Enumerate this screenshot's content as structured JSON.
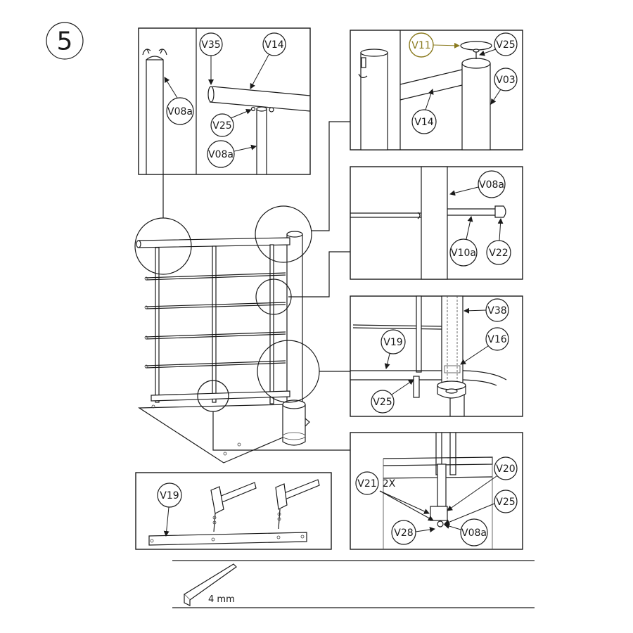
{
  "step": "5",
  "labels": {
    "v35": "V35",
    "v14_a": "V14",
    "v08a_a": "V08a",
    "v25_a": "V25",
    "v08a_b": "V08a",
    "v11": "V11",
    "v25_b": "V25",
    "v03": "V03",
    "v14_b": "V14",
    "v08a_c": "V08a",
    "v10a": "V10a",
    "v22": "V22",
    "v38": "V38",
    "v19_a": "V19",
    "v16": "V16",
    "v25_c": "V25",
    "v21": "V21",
    "qty_2x": "2X",
    "v20": "V20",
    "v25_d": "V25",
    "v28": "V28",
    "v08a_d": "V08a",
    "v19_b": "V19"
  },
  "tool": {
    "size": "4 mm",
    "icon": "hex-key-icon"
  },
  "colors": {
    "line": "#1a1a1a",
    "highlight": "#8a7a1e"
  }
}
